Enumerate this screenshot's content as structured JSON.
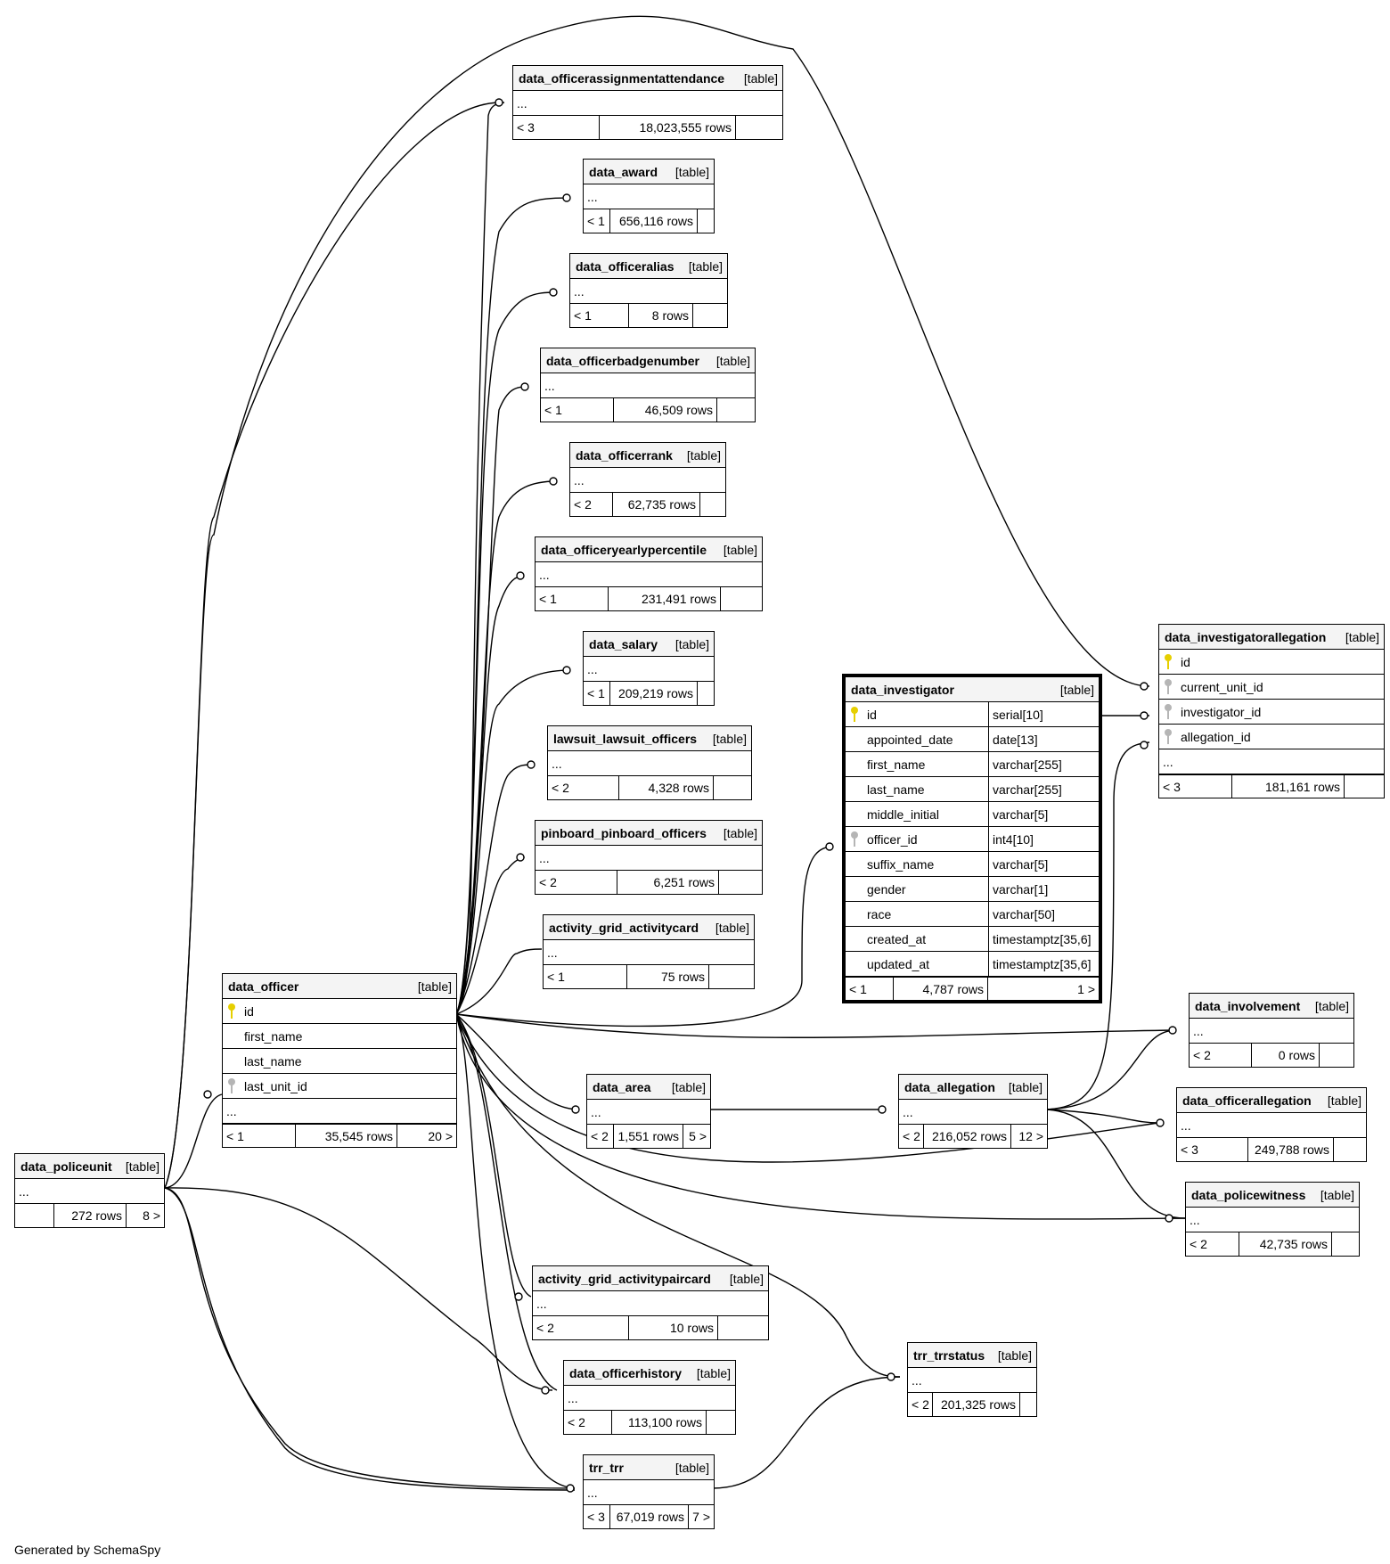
{
  "footer": "Generated by SchemaSpy",
  "tables": {
    "policeunit": {
      "name": "data_policeunit",
      "tag": "[table]",
      "ellipsis": "...",
      "parents": "",
      "rows": "272 rows",
      "children": "8 >"
    },
    "officer": {
      "name": "data_officer",
      "tag": "[table]",
      "cols": [
        "id",
        "first_name",
        "last_name",
        "last_unit_id"
      ],
      "ellipsis": "...",
      "parents": "< 1",
      "rows": "35,545 rows",
      "children": "20 >"
    },
    "oaa": {
      "name": "data_officerassignmentattendance",
      "tag": "[table]",
      "ellipsis": "...",
      "parents": "< 3",
      "rows": "18,023,555 rows",
      "children": ""
    },
    "award": {
      "name": "data_award",
      "tag": "[table]",
      "ellipsis": "...",
      "parents": "< 1",
      "rows": "656,116 rows",
      "children": ""
    },
    "alias": {
      "name": "data_officeralias",
      "tag": "[table]",
      "ellipsis": "...",
      "parents": "< 1",
      "rows": "8 rows",
      "children": ""
    },
    "badge": {
      "name": "data_officerbadgenumber",
      "tag": "[table]",
      "ellipsis": "...",
      "parents": "< 1",
      "rows": "46,509 rows",
      "children": ""
    },
    "rank": {
      "name": "data_officerrank",
      "tag": "[table]",
      "ellipsis": "...",
      "parents": "< 2",
      "rows": "62,735 rows",
      "children": ""
    },
    "yearly": {
      "name": "data_officeryearlypercentile",
      "tag": "[table]",
      "ellipsis": "...",
      "parents": "< 1",
      "rows": "231,491 rows",
      "children": ""
    },
    "salary": {
      "name": "data_salary",
      "tag": "[table]",
      "ellipsis": "...",
      "parents": "< 1",
      "rows": "209,219 rows",
      "children": ""
    },
    "lawsuit": {
      "name": "lawsuit_lawsuit_officers",
      "tag": "[table]",
      "ellipsis": "...",
      "parents": "< 2",
      "rows": "4,328 rows",
      "children": ""
    },
    "pinboard": {
      "name": "pinboard_pinboard_officers",
      "tag": "[table]",
      "ellipsis": "...",
      "parents": "< 2",
      "rows": "6,251 rows",
      "children": ""
    },
    "activitycard": {
      "name": "activity_grid_activitycard",
      "tag": "[table]",
      "ellipsis": "...",
      "parents": "< 1",
      "rows": "75 rows",
      "children": ""
    },
    "area": {
      "name": "data_area",
      "tag": "[table]",
      "ellipsis": "...",
      "parents": "< 2",
      "rows": "1,551 rows",
      "children": "5 >"
    },
    "allegation": {
      "name": "data_allegation",
      "tag": "[table]",
      "ellipsis": "...",
      "parents": "< 2",
      "rows": "216,052 rows",
      "children": "12 >"
    },
    "paircard": {
      "name": "activity_grid_activitypaircard",
      "tag": "[table]",
      "ellipsis": "...",
      "parents": "< 2",
      "rows": "10 rows",
      "children": ""
    },
    "history": {
      "name": "data_officerhistory",
      "tag": "[table]",
      "ellipsis": "...",
      "parents": "< 2",
      "rows": "113,100 rows",
      "children": ""
    },
    "trr": {
      "name": "trr_trr",
      "tag": "[table]",
      "ellipsis": "...",
      "parents": "< 3",
      "rows": "67,019 rows",
      "children": "7 >"
    },
    "trrstatus": {
      "name": "trr_trrstatus",
      "tag": "[table]",
      "ellipsis": "...",
      "parents": "< 2",
      "rows": "201,325 rows",
      "children": ""
    },
    "investigator": {
      "name": "data_investigator",
      "tag": "[table]",
      "cols": [
        {
          "name": "id",
          "type": "serial[10]"
        },
        {
          "name": "appointed_date",
          "type": "date[13]"
        },
        {
          "name": "first_name",
          "type": "varchar[255]"
        },
        {
          "name": "last_name",
          "type": "varchar[255]"
        },
        {
          "name": "middle_initial",
          "type": "varchar[5]"
        },
        {
          "name": "officer_id",
          "type": "int4[10]"
        },
        {
          "name": "suffix_name",
          "type": "varchar[5]"
        },
        {
          "name": "gender",
          "type": "varchar[1]"
        },
        {
          "name": "race",
          "type": "varchar[50]"
        },
        {
          "name": "created_at",
          "type": "timestamptz[35,6]"
        },
        {
          "name": "updated_at",
          "type": "timestamptz[35,6]"
        }
      ],
      "parents": "< 1",
      "rows": "4,787 rows",
      "children": "1 >"
    },
    "invalleg": {
      "name": "data_investigatorallegation",
      "tag": "[table]",
      "cols": [
        "id",
        "current_unit_id",
        "investigator_id",
        "allegation_id"
      ],
      "ellipsis": "...",
      "parents": "< 3",
      "rows": "181,161 rows",
      "children": ""
    },
    "involvement": {
      "name": "data_involvement",
      "tag": "[table]",
      "ellipsis": "...",
      "parents": "< 2",
      "rows": "0 rows",
      "children": ""
    },
    "offalleg": {
      "name": "data_officerallegation",
      "tag": "[table]",
      "ellipsis": "...",
      "parents": "< 3",
      "rows": "249,788 rows",
      "children": ""
    },
    "witness": {
      "name": "data_policewitness",
      "tag": "[table]",
      "ellipsis": "...",
      "parents": "< 2",
      "rows": "42,735 rows",
      "children": ""
    }
  }
}
